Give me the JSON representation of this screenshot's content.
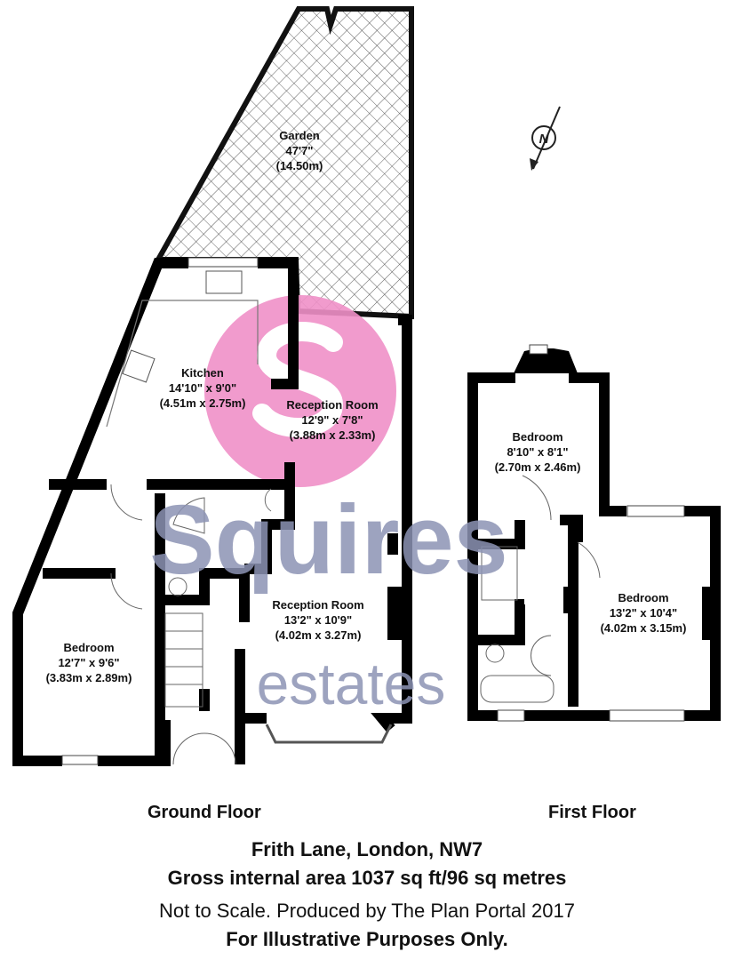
{
  "rooms": {
    "garden": {
      "name": "Garden",
      "dim_imperial": "47'7\"",
      "dim_metric": "(14.50m)"
    },
    "kitchen": {
      "name": "Kitchen",
      "dim_imperial": "14'10\" x 9'0\"",
      "dim_metric": "(4.51m x 2.75m)"
    },
    "reception_rear": {
      "name": "Reception Room",
      "dim_imperial": "12'9\" x 7'8\"",
      "dim_metric": "(3.88m x 2.33m)"
    },
    "reception_front": {
      "name": "Reception Room",
      "dim_imperial": "13'2\" x 10'9\"",
      "dim_metric": "(4.02m x 3.27m)"
    },
    "bedroom_ground": {
      "name": "Bedroom",
      "dim_imperial": "12'7\" x 9'6\"",
      "dim_metric": "(3.83m x 2.89m)"
    },
    "bedroom_first_small": {
      "name": "Bedroom",
      "dim_imperial": "8'10\" x 8'1\"",
      "dim_metric": "(2.70m x 2.46m)"
    },
    "bedroom_first_large": {
      "name": "Bedroom",
      "dim_imperial": "13'2\" x 10'4\"",
      "dim_metric": "(4.02m x 3.15m)"
    }
  },
  "compass": {
    "letter": "N",
    "icon": "north-compass-icon"
  },
  "watermark": {
    "brand": "Squires",
    "sub": "estates",
    "color_pink": "#f090c8",
    "color_grey": "#8c93b4"
  },
  "floors": {
    "ground": "Ground Floor",
    "first": "First Floor"
  },
  "footer": {
    "address": "Frith Lane, London, NW7",
    "area": "Gross internal area 1037 sq ft/96 sq metres",
    "disclaimer": "Not to Scale. Produced by The Plan Portal 2017",
    "illustrative": "For Illustrative Purposes Only."
  }
}
